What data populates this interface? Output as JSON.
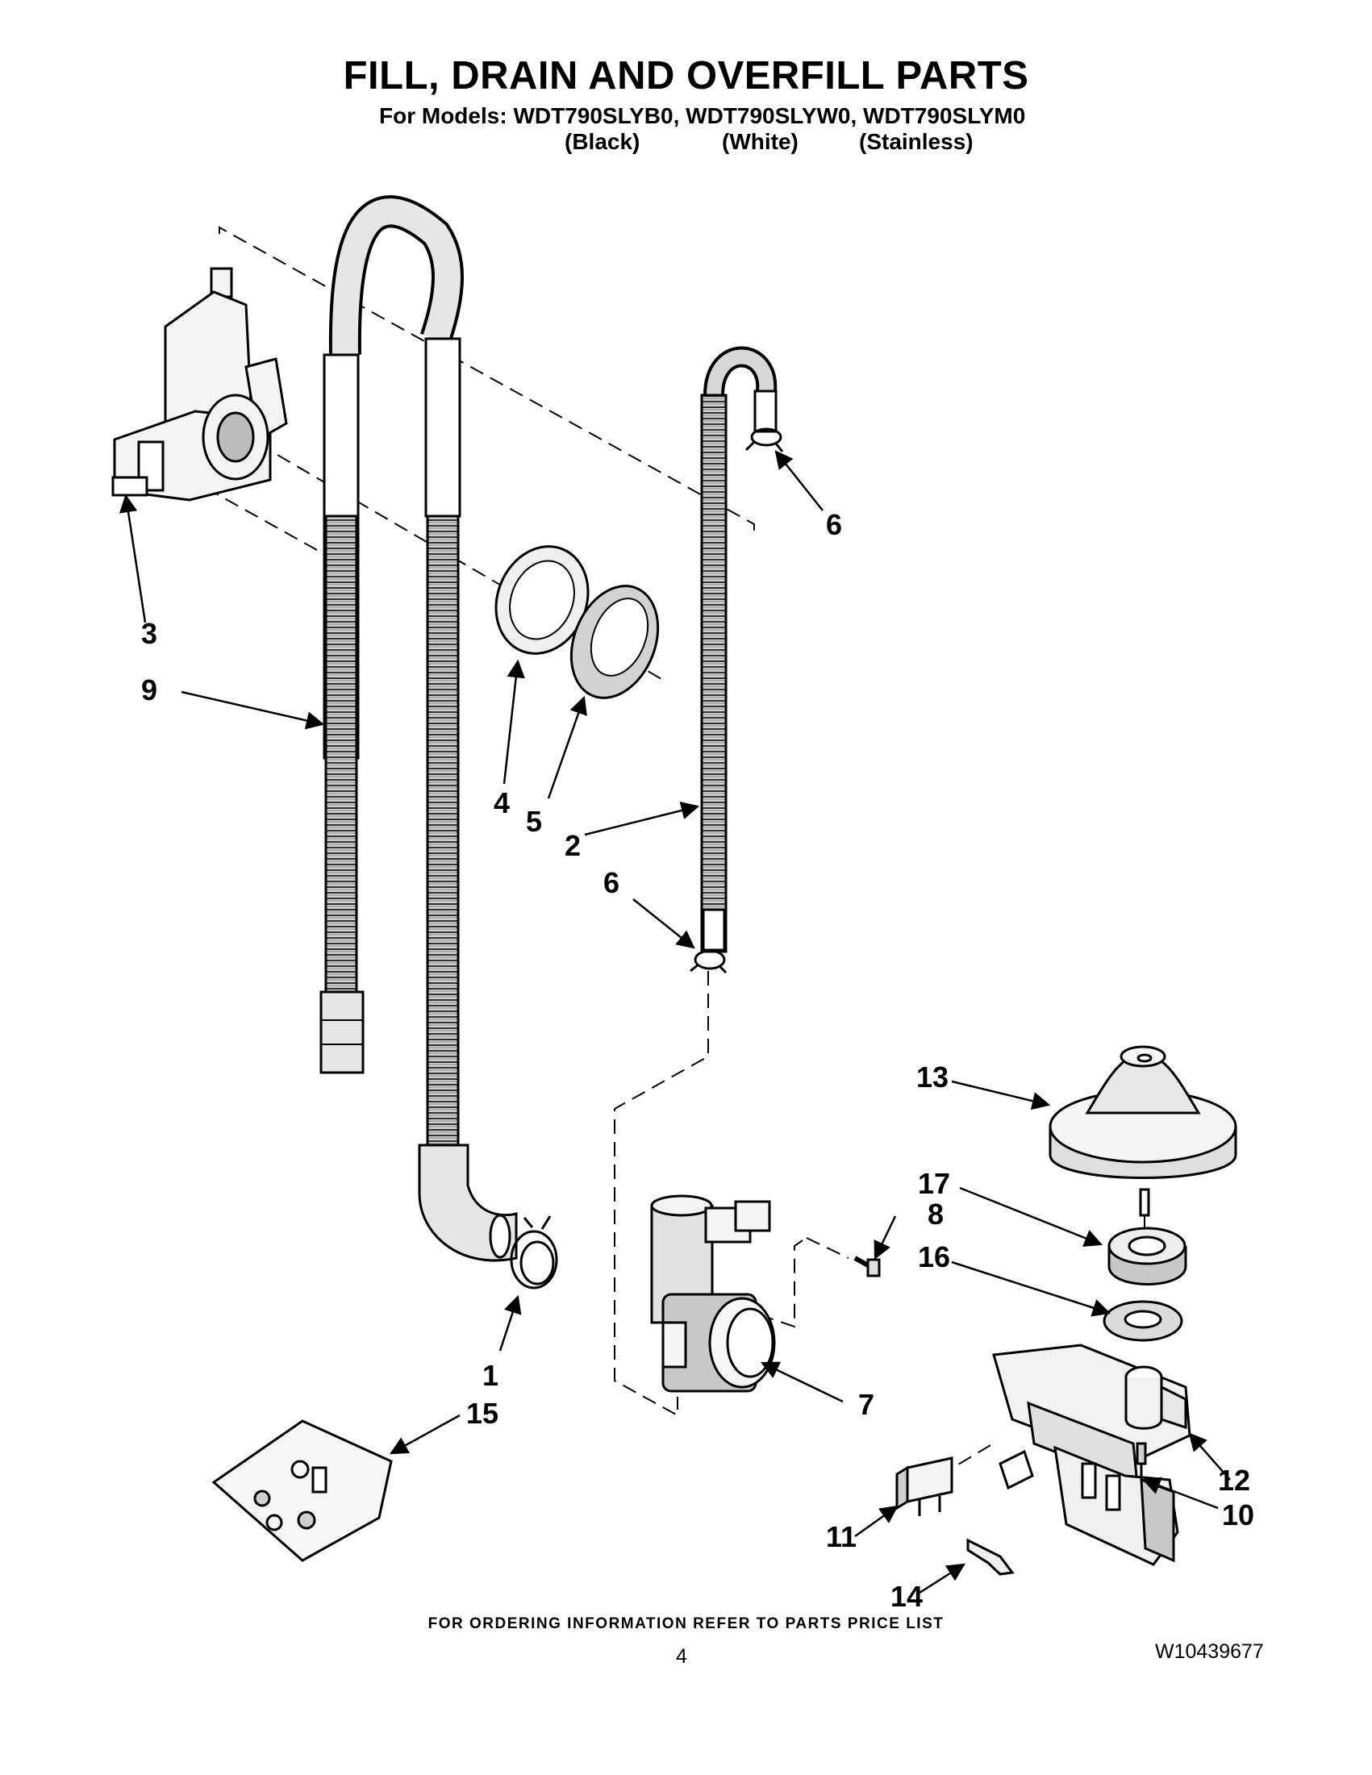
{
  "header": {
    "title": "FILL, DRAIN AND OVERFILL PARTS",
    "models_line": "For Models: WDT790SLYB0, WDT790SLYW0, WDT790SLYM0",
    "variants": [
      "(Black)",
      "(White)",
      "(Stainless)"
    ]
  },
  "callouts": {
    "p1": "1",
    "p2": "2",
    "p3": "3",
    "p4": "4",
    "p5": "5",
    "p6a": "6",
    "p6b": "6",
    "p7": "7",
    "p8": "8",
    "p9": "9",
    "p10": "10",
    "p11": "11",
    "p12": "12",
    "p13": "13",
    "p14": "14",
    "p15": "15",
    "p16": "16",
    "p17": "17"
  },
  "footer": {
    "ordering_note": "FOR ORDERING INFORMATION REFER TO PARTS PRICE LIST",
    "page_number": "4",
    "document_number": "W10439677"
  }
}
